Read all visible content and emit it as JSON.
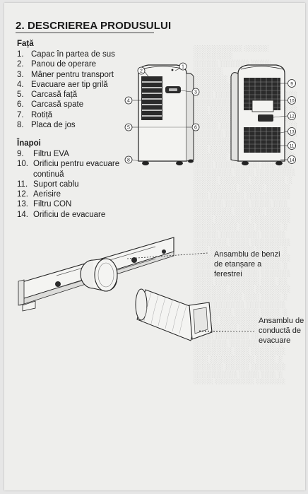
{
  "section_title": "2. DESCRIEREA PRODUSULUI",
  "front": {
    "label": "Față",
    "items": [
      {
        "num": "1.",
        "text": "Capac în partea de sus"
      },
      {
        "num": "2.",
        "text": "Panou de operare"
      },
      {
        "num": "3.",
        "text": "Mâner pentru transport"
      },
      {
        "num": "4.",
        "text": "Evacuare aer tip grilă"
      },
      {
        "num": "5.",
        "text": "Carcasă față"
      },
      {
        "num": "6.",
        "text": "Carcasă spate"
      },
      {
        "num": "7.",
        "text": "Rotiță"
      },
      {
        "num": "8.",
        "text": "Placa de jos"
      }
    ]
  },
  "back": {
    "label": "Înapoi",
    "items": [
      {
        "num": "9.",
        "text": "Filtru EVA"
      },
      {
        "num": "10.",
        "text": "Orificiu pentru evacuare",
        "cont": "continuă"
      },
      {
        "num": "11.",
        "text": "Suport cablu"
      },
      {
        "num": "12.",
        "text": "Aerisire"
      },
      {
        "num": "13.",
        "text": "Filtru CON"
      },
      {
        "num": "14.",
        "text": "Orificiu de evacuare"
      }
    ]
  },
  "figure_markers": {
    "front": [
      "1",
      "2",
      "3",
      "4",
      "5",
      "6",
      "8"
    ],
    "back": [
      "9",
      "10",
      "12",
      "13",
      "11",
      "14"
    ]
  },
  "callouts": {
    "window_seal": [
      "Ansamblu de benzi",
      "de etanșare a",
      "ferestrei"
    ],
    "duct": [
      "Ansamblu de",
      "conductă de",
      "evacuare"
    ]
  }
}
